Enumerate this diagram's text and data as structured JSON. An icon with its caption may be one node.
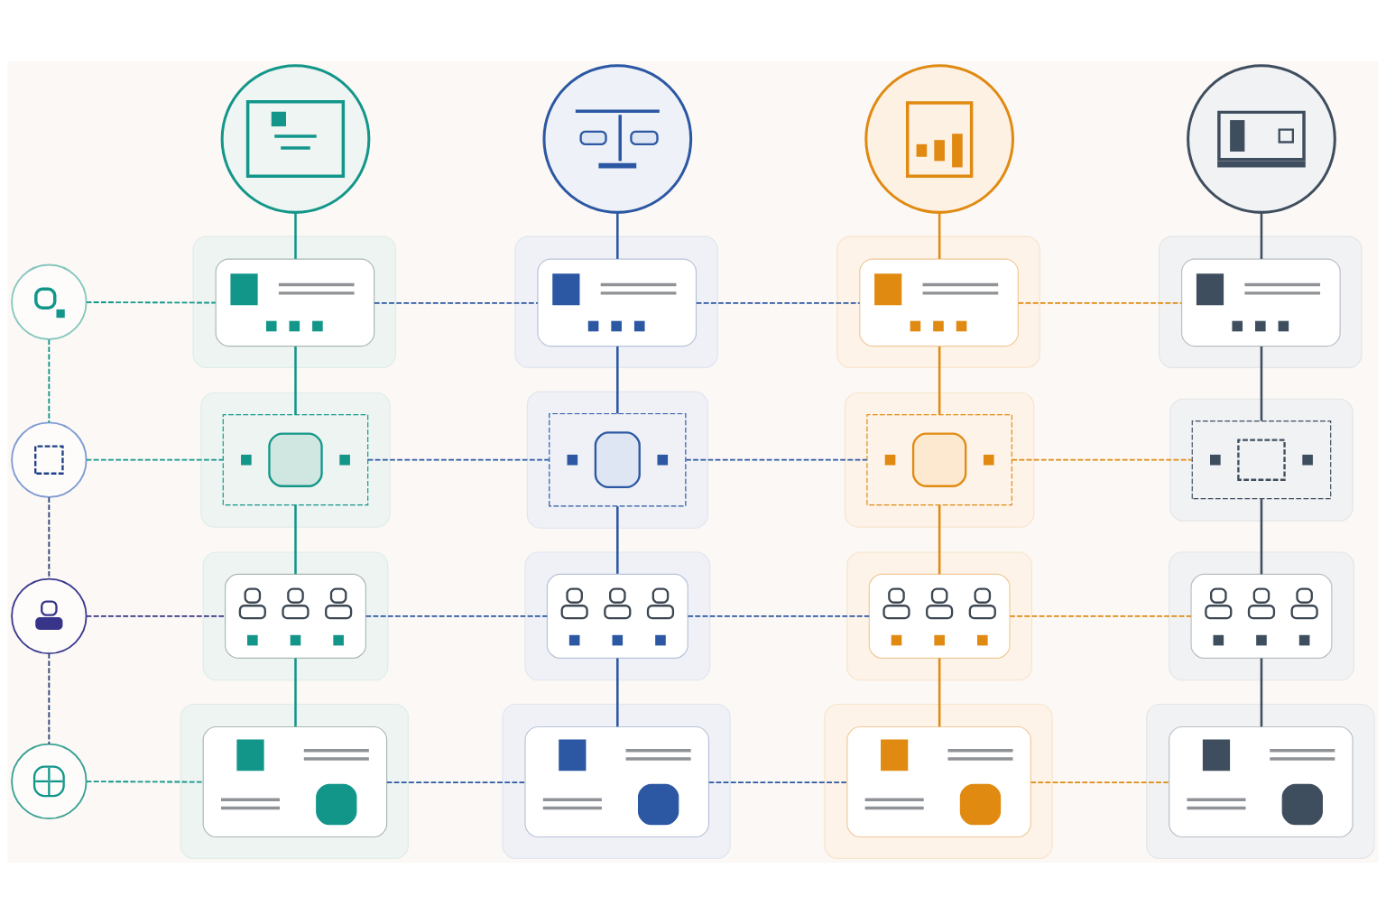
{
  "diagram": {
    "nodes": [
      {
        "text": [],
        "shape": "circle"
      },
      {
        "text": [],
        "shape": "circle"
      },
      {
        "text": [],
        "shape": "circle"
      },
      {
        "text": [],
        "shape": "circle"
      },
      {
        "text": [],
        "shape": "circle"
      },
      {
        "text": [],
        "shape": "box"
      },
      {
        "text": [],
        "shape": "box"
      },
      {
        "text": [],
        "shape": "box"
      },
      {
        "text": [],
        "shape": "box"
      },
      {
        "text": [],
        "shape": "circle"
      },
      {
        "text": [],
        "shape": "box"
      },
      {
        "text": [],
        "shape": "box"
      },
      {
        "text": [],
        "shape": "box"
      },
      {
        "text": [],
        "shape": "box"
      },
      {
        "text": [],
        "shape": "circle"
      },
      {
        "text": [],
        "shape": "box"
      },
      {
        "text": [],
        "shape": "box"
      },
      {
        "text": [],
        "shape": "box"
      },
      {
        "text": [],
        "shape": "box"
      },
      {
        "text": [],
        "shape": "circle"
      },
      {
        "text": [],
        "shape": "box"
      },
      {
        "text": [],
        "shape": "box"
      },
      {
        "text": [],
        "shape": "box"
      },
      {
        "text": [],
        "shape": "box"
      }
    ],
    "edges": [
      {
        "from": 0,
        "to": 5,
        "arrow": "none",
        "color": "#13968a"
      },
      {
        "from": 5,
        "to": 10,
        "arrow": "none",
        "color": "#13968a"
      },
      {
        "from": 10,
        "to": 15,
        "arrow": "none",
        "color": "#13968a"
      },
      {
        "from": 15,
        "to": 20,
        "arrow": "none",
        "color": "#13968a"
      },
      {
        "from": 1,
        "to": 6,
        "arrow": "none",
        "color": "#2b57a3"
      },
      {
        "from": 6,
        "to": 11,
        "arrow": "none",
        "color": "#2b57a3"
      },
      {
        "from": 11,
        "to": 16,
        "arrow": "none",
        "color": "#2b57a3"
      },
      {
        "from": 16,
        "to": 21,
        "arrow": "none",
        "color": "#2b57a3"
      },
      {
        "from": 2,
        "to": 7,
        "arrow": "none",
        "color": "#e08a12"
      },
      {
        "from": 7,
        "to": 12,
        "arrow": "none",
        "color": "#e08a12"
      },
      {
        "from": 12,
        "to": 17,
        "arrow": "none",
        "color": "#e08a12"
      },
      {
        "from": 17,
        "to": 22,
        "arrow": "none",
        "color": "#e08a12"
      },
      {
        "from": 3,
        "to": 8,
        "arrow": "none",
        "color": "#3f4e5e"
      },
      {
        "from": 8,
        "to": 13,
        "arrow": "none",
        "color": "#3f4e5e"
      },
      {
        "from": 13,
        "to": 18,
        "arrow": "none",
        "color": "#3f4e5e"
      },
      {
        "from": 18,
        "to": 23,
        "arrow": "none",
        "color": "#3f4e5e"
      },
      {
        "from": 4,
        "to": 5,
        "arrow": "none",
        "style": "dashed",
        "color": "#13968a"
      },
      {
        "from": 5,
        "to": 6,
        "arrow": "none",
        "style": "dashed",
        "color": "#2b57a3"
      },
      {
        "from": 6,
        "to": 7,
        "arrow": "none",
        "style": "dashed",
        "color": "#2b57a3"
      },
      {
        "from": 7,
        "to": 8,
        "arrow": "none",
        "style": "dashed",
        "color": "#e08a12"
      },
      {
        "from": 9,
        "to": 10,
        "arrow": "none",
        "style": "dashed",
        "color": "#13968a"
      },
      {
        "from": 10,
        "to": 11,
        "arrow": "none",
        "style": "dashed",
        "color": "#2b57a3"
      },
      {
        "from": 11,
        "to": 12,
        "arrow": "none",
        "style": "dashed",
        "color": "#2b57a3"
      },
      {
        "from": 12,
        "to": 13,
        "arrow": "none",
        "style": "dashed",
        "color": "#e08a12"
      },
      {
        "from": 14,
        "to": 15,
        "arrow": "none",
        "style": "dashed",
        "color": "#37348a"
      },
      {
        "from": 15,
        "to": 16,
        "arrow": "none",
        "style": "dashed",
        "color": "#2b57a3"
      },
      {
        "from": 16,
        "to": 17,
        "arrow": "none",
        "style": "dashed",
        "color": "#2b57a3"
      },
      {
        "from": 17,
        "to": 18,
        "arrow": "none",
        "style": "dashed",
        "color": "#e08a12"
      },
      {
        "from": 19,
        "to": 20,
        "arrow": "none",
        "style": "dashed",
        "color": "#13968a"
      },
      {
        "from": 20,
        "to": 21,
        "arrow": "none",
        "style": "dashed",
        "color": "#2b57a3"
      },
      {
        "from": 21,
        "to": 22,
        "arrow": "none",
        "style": "dashed",
        "color": "#2b57a3"
      },
      {
        "from": 22,
        "to": 23,
        "arrow": "none",
        "style": "dashed",
        "color": "#e08a12"
      },
      {
        "from": 4,
        "to": 9,
        "arrow": "none",
        "style": "dashed",
        "color": "#13968a"
      },
      {
        "from": 9,
        "to": 14,
        "arrow": "none",
        "style": "dashed",
        "color": "#2f4577"
      },
      {
        "from": 14,
        "to": 19,
        "arrow": "none",
        "style": "dashed",
        "color": "#2f4577"
      }
    ]
  }
}
